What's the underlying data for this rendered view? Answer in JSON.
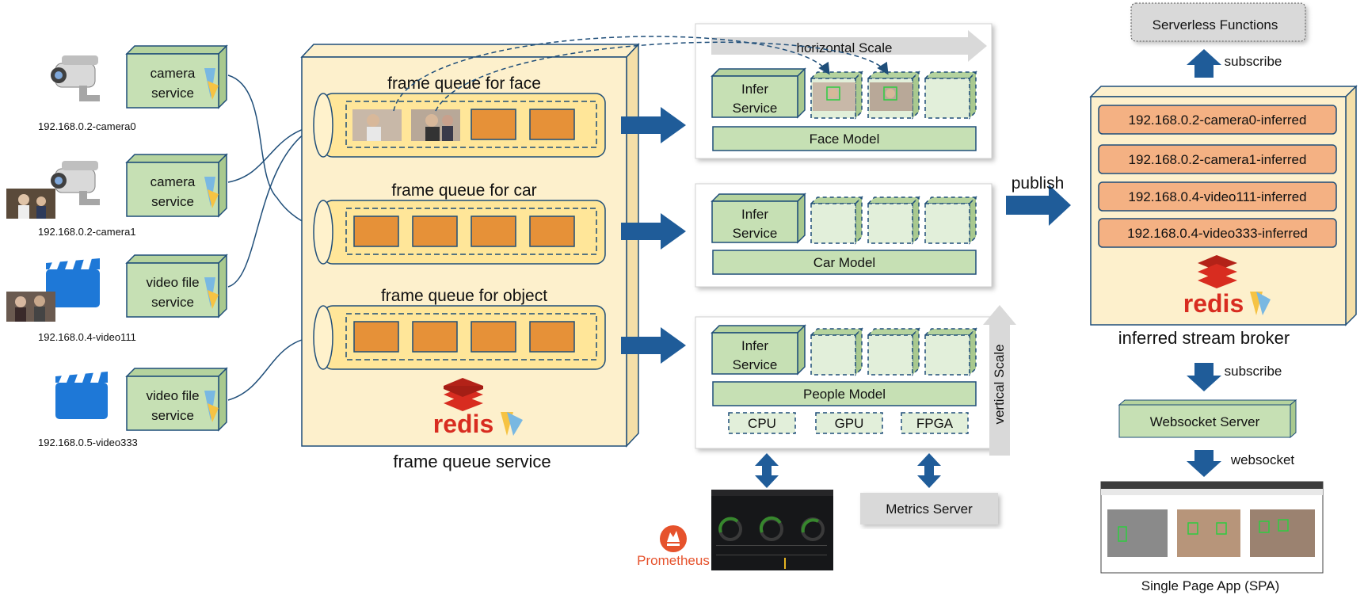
{
  "sources": [
    {
      "label": "192.168.0.2-camera0",
      "service": [
        "camera",
        "service"
      ],
      "kind": "camera",
      "thumb": false
    },
    {
      "label": "192.168.0.2-camera1",
      "service": [
        "camera",
        "service"
      ],
      "kind": "camera",
      "thumb": true
    },
    {
      "label": "192.168.0.4-video111",
      "service": [
        "video file",
        "service"
      ],
      "kind": "clapper",
      "thumb": true
    },
    {
      "label": "192.168.0.5-video333",
      "service": [
        "video file",
        "service"
      ],
      "kind": "clapper",
      "thumb": false
    }
  ],
  "frame_queue_service": {
    "title": "frame queue service",
    "queues": [
      "frame queue for face",
      "frame queue for car",
      "frame queue for object"
    ],
    "logo_text": "redis"
  },
  "model_panels": [
    {
      "infer": [
        "Infer",
        "Service"
      ],
      "model": "Face Model"
    },
    {
      "infer": [
        "Infer",
        "Service"
      ],
      "model": "Car Model"
    },
    {
      "infer": [
        "Infer",
        "Service"
      ],
      "model": "People Model"
    }
  ],
  "hardware": [
    "CPU",
    "GPU",
    "FPGA"
  ],
  "horizontal_scale": "horizontal Scale",
  "vertical_scale": "vertical Scale",
  "publish_label": "publish",
  "broker": {
    "title": "inferred stream broker",
    "streams": [
      "192.168.0.2-camera0-inferred",
      "192.168.0.2-camera1-inferred",
      "192.168.0.4-video111-inferred",
      "192.168.0.4-video333-inferred"
    ],
    "logo_text": "redis"
  },
  "serverless": "Serverless Functions",
  "subscribe_top": "subscribe",
  "subscribe_bottom": "subscribe",
  "websocket_server": "Websocket Server",
  "websocket_label": "websocket",
  "spa_label": "Single Page App (SPA)",
  "metrics_server": "Metrics Server",
  "prometheus": "Prometheus",
  "colors": {
    "green_fill": "#c6e0b4",
    "green_stroke": "#1f4e79",
    "yellow_fill": "#fdf0cc",
    "orange_fill": "#f4b183",
    "orange_box": "#e69138",
    "arrow_blue": "#1f5c99",
    "redis_red": "#d82c20",
    "prometheus_orange": "#e6522c"
  }
}
